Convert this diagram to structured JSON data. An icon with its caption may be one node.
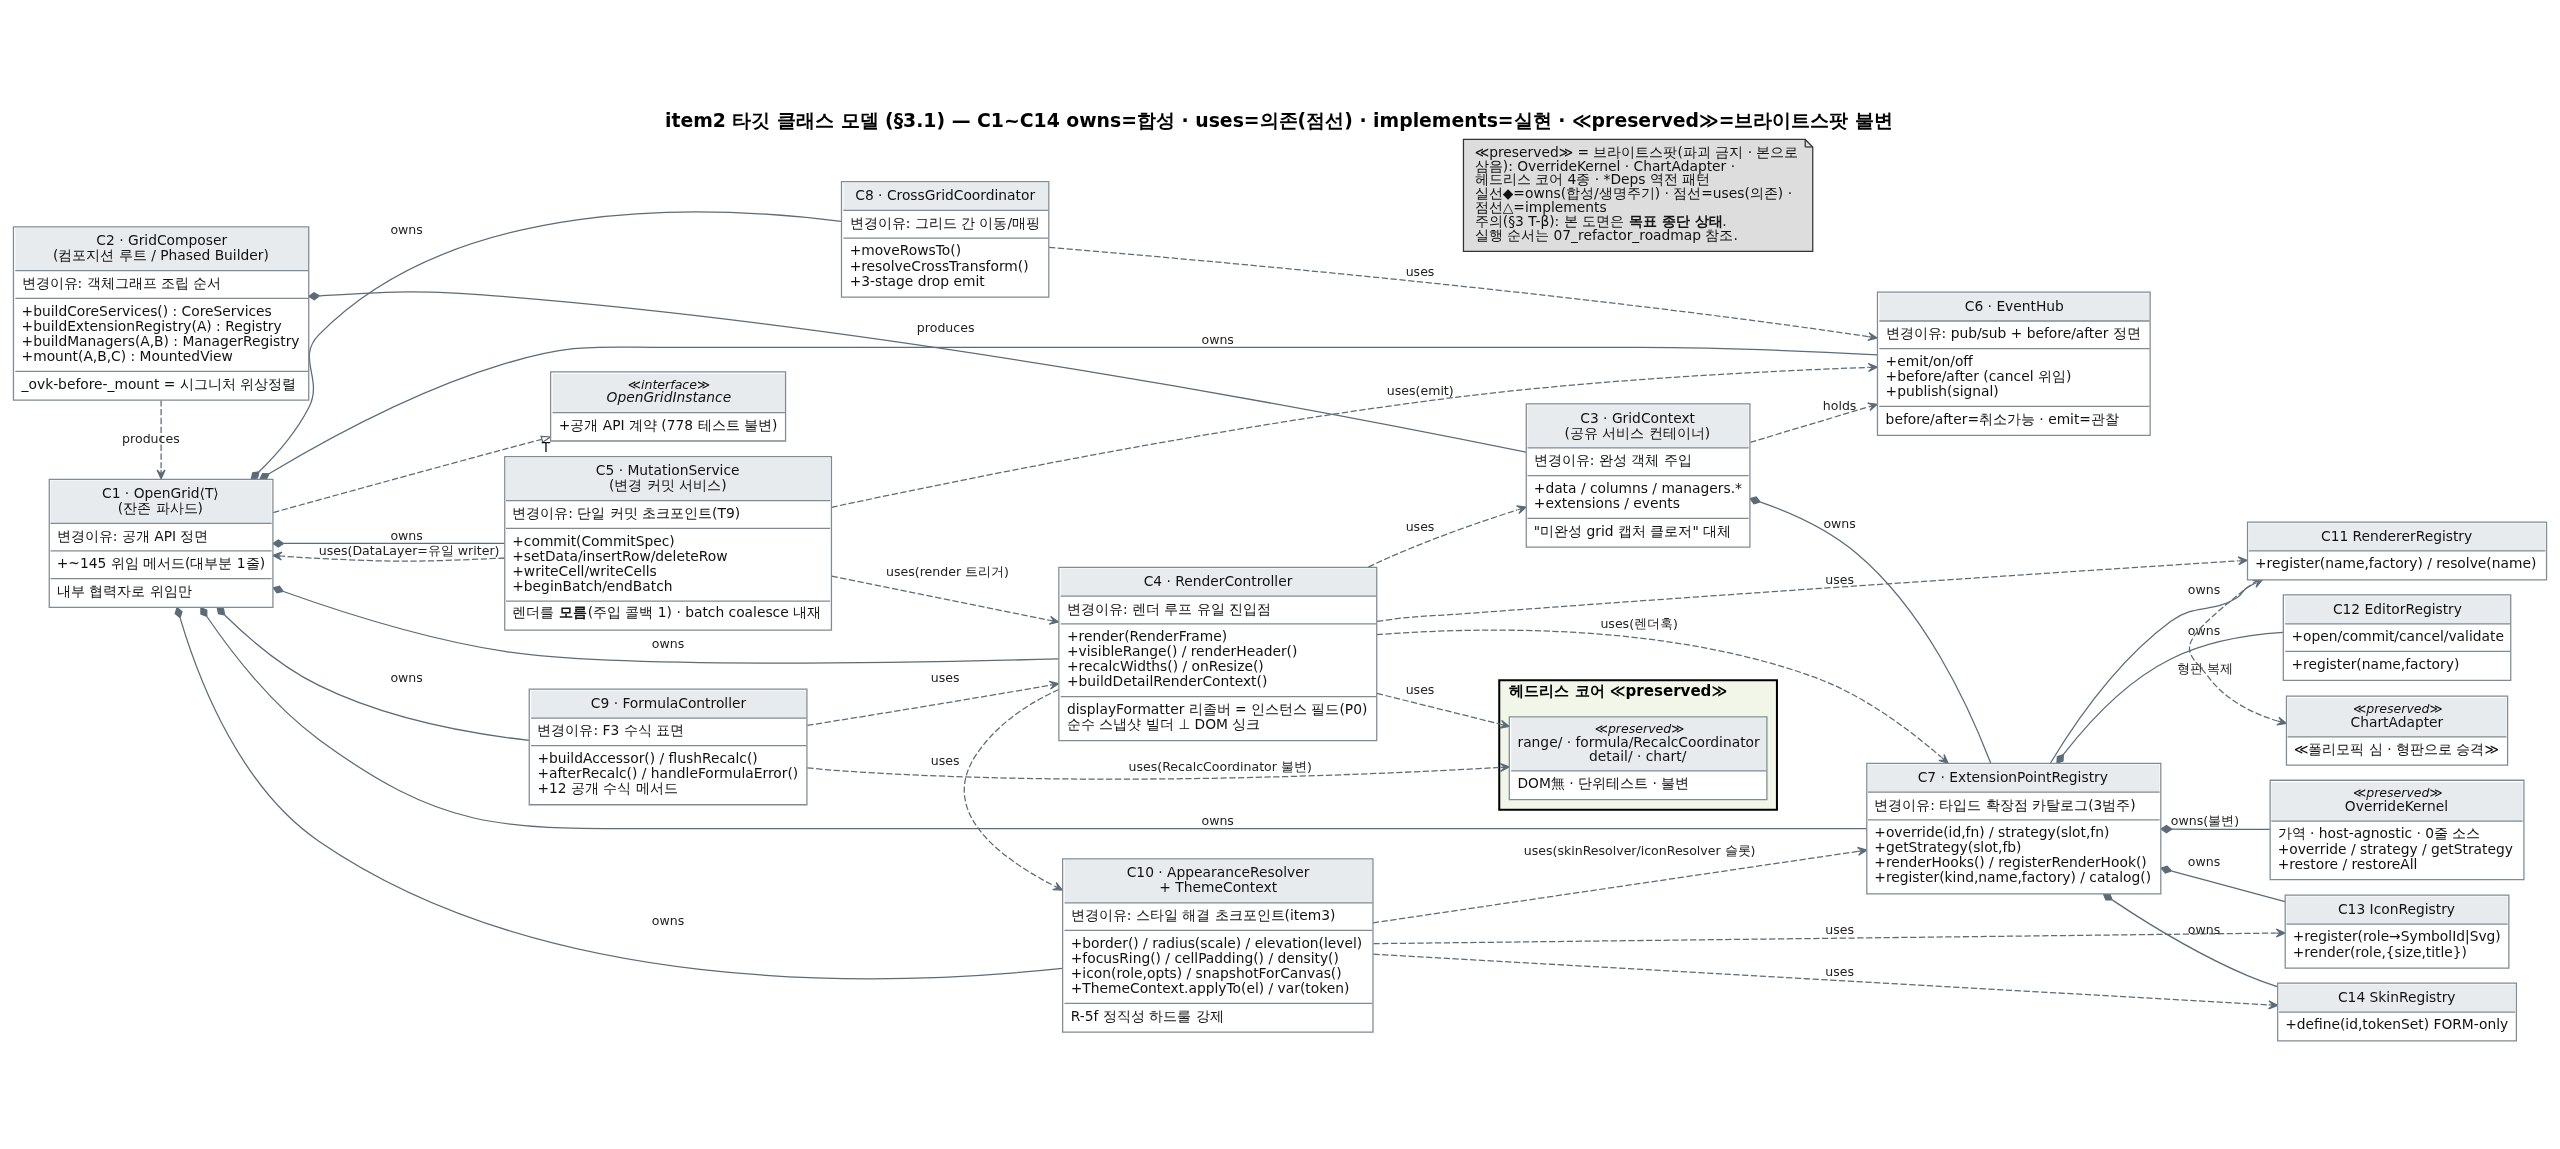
{
  "diagram": {
    "title": "item2 타깃 클래스 모델 (§3.1) — C1~C14 owns=합성 · uses=의존(점선) · implements=실현 · ≪preserved≫=브라이트스팟 불변",
    "nodes": [
      {
        "text": [
          "C10 · AppearanceResolver + ThemeContext",
          "변경이유: 스타일 해결 초크포인트(item3)",
          "+border() / radius(scale) / elevation(level)",
          "+focusRing() / cellPadding() / density()",
          "+icon(role,opts) / snapshotForCanvas()",
          "+ThemeContext.applyTo(el) / var(token)",
          "R-5f 정직성 하드룰 강제"
        ]
      },
      {
        "text": [
          "C14 SkinRegistry",
          "+define(id,tokenSet) FORM-only"
        ]
      },
      {
        "text": [
          "C13 IconRegistry",
          "+register(role→SymbolId|Svg)",
          "+render(role,{size,title})"
        ]
      },
      {
        "text": [
          "C2 · GridComposer (컴포지션 루트 / Phased Builder)",
          "변경이유: 객체그래프 조립 순서",
          "+buildCoreServices() : CoreServices",
          "+buildExtensionRegistry(A) : Registry",
          "+buildManagers(A,B) : ManagerRegistry",
          "+mount(A,B,C) : MountedView",
          "_ovk-before-_mount = 시그니처 위상정렬"
        ]
      },
      {
        "text": [
          "C7 · ExtensionPointRegistry",
          "변경이유: 타입드 확장점 카탈로그(3범주)",
          "+override(id,fn) / strategy(slot,fn)",
          "+getStrategy(slot,fb)",
          "+renderHooks() / registerRenderHook()",
          "+register(kind,name,factory) / catalog()"
        ]
      },
      {
        "text": [
          "≪preserved≫",
          "OverrideKernel",
          "가역 · host-agnostic · 0줄 소스",
          "+override / strategy / getStrategy",
          "+restore / restoreAll"
        ]
      },
      {
        "text": [
          "≪interface≫",
          "OpenGridInstance",
          "+공개 API 계약 (778 테스트 불변)"
        ],
        "beside": [
          "T"
        ]
      },
      {
        "text": [
          "C4 · RenderController",
          "변경이유: 렌더 루프 유일 진입점",
          "+render(RenderFrame)",
          "+visibleRange() / renderHeader()",
          "+recalcWidths() / onResize()",
          "+buildDetailRenderContext()",
          "displayFormatter 리졸버 = 인스턴스 필드(P0)",
          "순수 스냅샷 빌더 ⊥ DOM 싱크"
        ]
      },
      {
        "text": [
          "C3 · GridContext (공유 서비스 컨테이너)",
          "변경이유: 완성 객체 주입",
          "+data / columns / managers.*",
          "+extensions / events",
          "\"미완성 grid 캡처 클로저\" 대체"
        ]
      },
      {
        "text": [
          "C12 EditorRegistry",
          "+open/commit/cancel/validate",
          "+register(name,factory)"
        ]
      },
      {
        "text": [
          "C1 · OpenGrid⟨T⟩ (잔존 파사드)",
          "변경이유: 공개 API 정면",
          "+~145 위임 메서드(대부분 1줄)",
          "내부 협력자로 위임만"
        ]
      },
      {
        "text": [
          "C9 · FormulaController",
          "변경이유: F3 수식 표면",
          "+buildAccessor() / flushRecalc()",
          "+afterRecalc() / handleFormulaError()",
          "+12 공개 수식 메서드"
        ]
      },
      {
        "text": [
          "C11 RendererRegistry",
          "+register(name,factory) / resolve(name)"
        ]
      },
      {
        "text": [
          "≪preserved≫",
          "ChartAdapter",
          "≪폴리모픽 심 · 형판으로 승격≫"
        ]
      },
      {
        "text": [
          "헤드리스 코어 ≪preserved≫"
        ]
      },
      {
        "text": [
          "≪preserved≫",
          "range/ · formula/RecalcCoordinator detail/ · chart/",
          "DOM無 · 단위테스트 · 불변"
        ],
        "in": 14
      },
      {
        "text": [
          "C5 · MutationService (변경 커밋 서비스)",
          "변경이유: 단일 커밋 초크포인트(T9)",
          "+commit(CommitSpec)",
          "+setData/insertRow/deleteRow",
          "+writeCell/writeCells",
          "+beginBatch/endBatch",
          "렌더를 **모름**(주입 콜백 1) · batch coalesce 내재"
        ]
      },
      {
        "text": [
          "C6 · EventHub",
          "변경이유: pub/sub + before/after 정면",
          "+emit/on/off",
          "+before/after (cancel 위임)",
          "+publish(signal)",
          "before/after=취소가능 · emit=관찰"
        ]
      },
      {
        "text": [
          "C8 · CrossGridCoordinator",
          "변경이유: 그리드 간 이동/매핑",
          "+moveRowsTo()",
          "+resolveCrossTransform()",
          "+3-stage drop emit"
        ]
      },
      {
        "text": [
          "≪preserved≫ = 브라이트스팟(파괴 금지 · 본으로 삼음): OverrideKernel · ChartAdapter · 헤드리스 코어 4종 · *Deps 역전 패턴",
          "실선◆=owns(합성/생명주기) · 점선=uses(의존) · 점선△=implements",
          "주의(§3 T-β): 본 도면은 **목표 종단 상태**. 실행 순서는 07_refactor_roadmap 참조."
        ]
      }
    ],
    "edges": [
      {
        "from": 3,
        "to": 10,
        "arrow": "to",
        "style": "dashed",
        "label": "produces"
      },
      {
        "from": 3,
        "to": 8,
        "arrow": "other",
        "label": "produces"
      },
      {
        "from": 10,
        "to": 0,
        "arrow": "other",
        "label": "owns"
      },
      {
        "from": 10,
        "to": 4,
        "arrow": "other",
        "label": "owns"
      },
      {
        "from": 10,
        "to": 6,
        "arrow": "to",
        "style": "dashed"
      },
      {
        "from": 10,
        "to": 7,
        "arrow": "other",
        "label": "owns"
      },
      {
        "from": 10,
        "to": 11,
        "arrow": "other",
        "label": "owns"
      },
      {
        "from": 16,
        "to": 10,
        "arrow": "to",
        "style": "dashed",
        "label": "uses(DataLayer=유일 writer)"
      },
      {
        "from": 10,
        "to": 16,
        "arrow": "other",
        "label": "owns"
      },
      {
        "from": 10,
        "to": 18,
        "arrow": "other",
        "label": "owns"
      },
      {
        "from": 10,
        "to": 17,
        "arrow": "other",
        "label": "owns"
      },
      {
        "from": 0,
        "to": 1,
        "arrow": "to",
        "style": "dashed",
        "label": "uses"
      },
      {
        "from": 0,
        "to": 2,
        "arrow": "to",
        "style": "dashed",
        "label": "uses"
      },
      {
        "from": 0,
        "to": 4,
        "arrow": "to",
        "style": "dashed",
        "label": "uses(skinResolver/iconResolver 슬롯)"
      },
      {
        "from": 7,
        "to": 0,
        "arrow": "to",
        "style": "dashed",
        "label": "uses"
      },
      {
        "from": 7,
        "to": 8,
        "arrow": "to",
        "style": "dashed",
        "label": "uses"
      },
      {
        "from": 8,
        "to": 4,
        "arrow": "other",
        "label": "owns"
      },
      {
        "from": 7,
        "to": 4,
        "arrow": "to",
        "style": "dashed",
        "label": "uses(렌더훅)"
      },
      {
        "from": 8,
        "to": 17,
        "arrow": "to",
        "style": "dashed",
        "label": "holds"
      },
      {
        "from": 7,
        "to": 12,
        "arrow": "to",
        "style": "dashed",
        "label": "uses"
      },
      {
        "from": 7,
        "to": 15,
        "arrow": "to",
        "style": "dashed",
        "label": "uses"
      },
      {
        "from": 11,
        "to": 7,
        "arrow": "to",
        "style": "dashed",
        "label": "uses"
      },
      {
        "from": 11,
        "to": 15,
        "arrow": "to",
        "style": "dashed",
        "label": "uses(RecalcCoordinator 불변)"
      },
      {
        "from": 16,
        "to": 7,
        "arrow": "to",
        "style": "dashed",
        "label": "uses(render 트리거)"
      },
      {
        "from": 16,
        "to": 17,
        "arrow": "to",
        "style": "dashed",
        "label": "uses(emit)"
      },
      {
        "from": 18,
        "to": 17,
        "arrow": "to",
        "style": "dashed",
        "label": "uses"
      },
      {
        "from": 4,
        "to": 2,
        "arrow": "other",
        "label": "owns"
      },
      {
        "from": 4,
        "to": 1,
        "arrow": "other",
        "label": "owns"
      },
      {
        "from": 4,
        "to": 5,
        "arrow": "other",
        "label": "owns(불변)"
      },
      {
        "from": 4,
        "to": 9,
        "arrow": "other",
        "label": "owns"
      },
      {
        "from": 4,
        "to": 12,
        "arrow": "to",
        "label": "owns"
      },
      {
        "from": 12,
        "to": 13,
        "arrow": "to",
        "style": "dashed",
        "label": "형판 복제"
      }
    ]
  }
}
